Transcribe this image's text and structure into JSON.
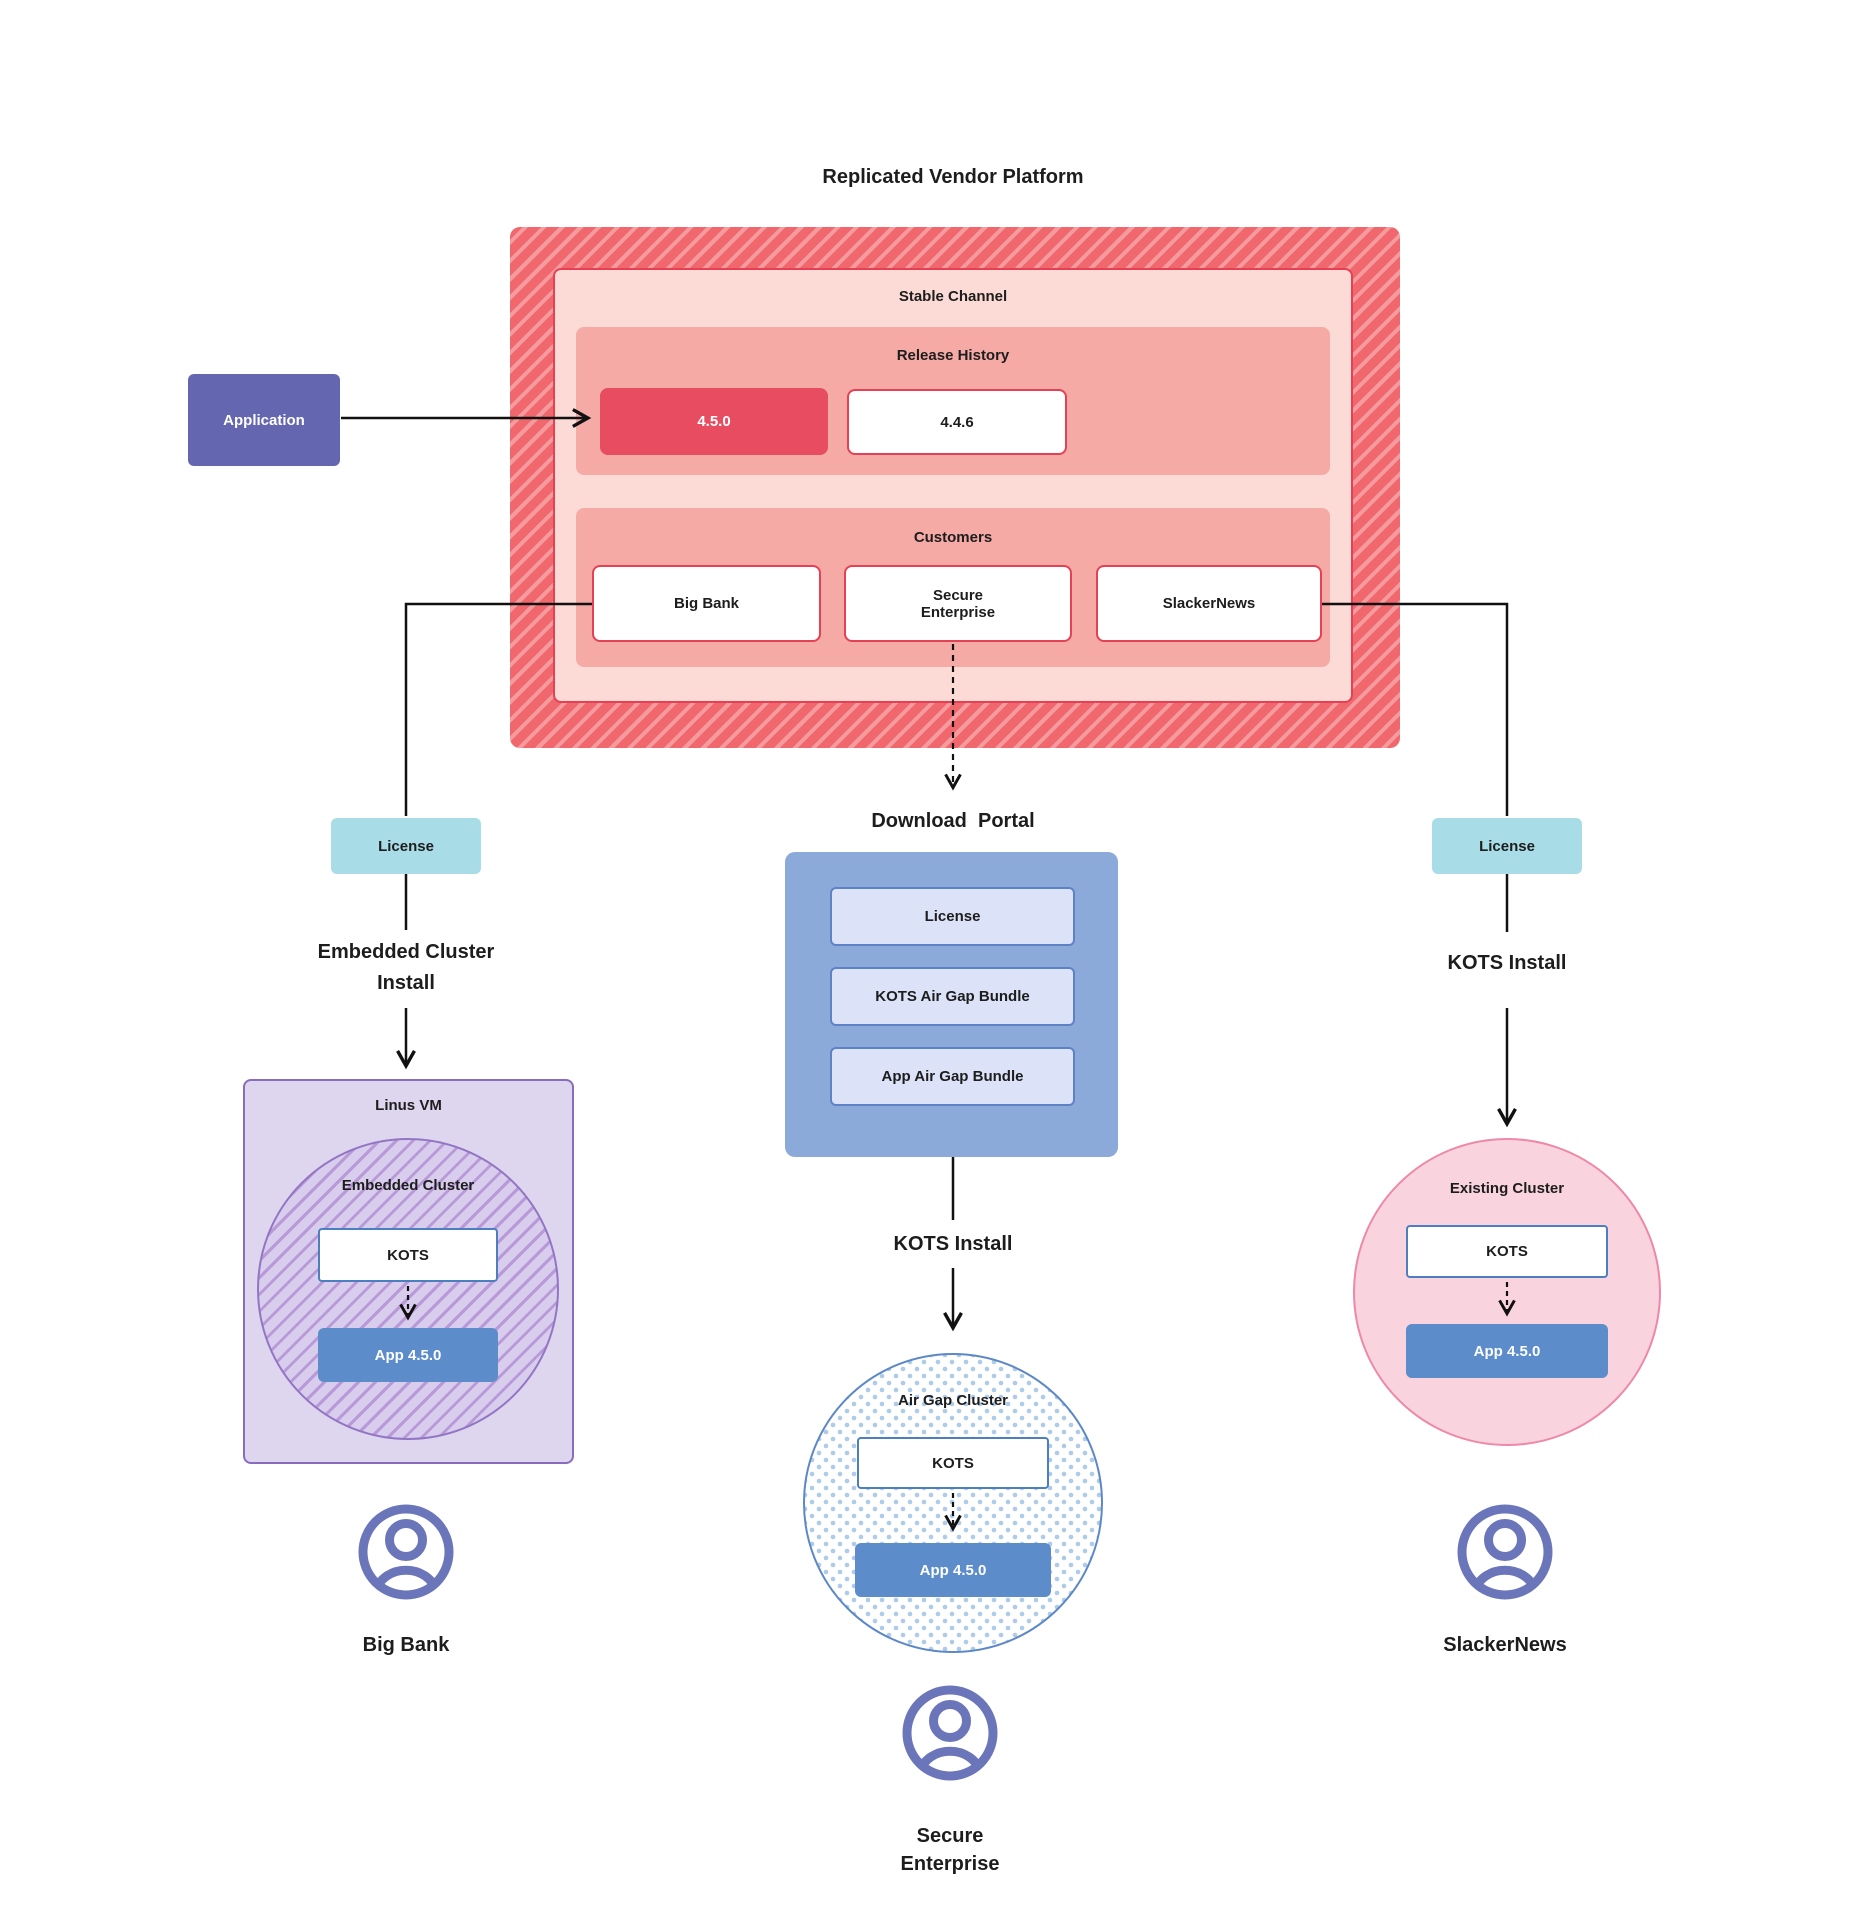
{
  "title": "Replicated Vendor Platform",
  "colors": {
    "stripe_red_dark": "#f0686e",
    "stripe_red_light": "#f59a9d",
    "stable_fill": "#fcdbd6",
    "red_border": "#e64055",
    "panel_pink": "#f6aaa6",
    "release_highlight": "#e84c60",
    "application_purple": "#6467af",
    "license_teal": "#a8dde8",
    "portal_blue": "#8ba9d9",
    "portal_item_fill": "#dce2f7",
    "app_blue": "#5c8dca",
    "kots_border": "#4d7fc0",
    "vm_fill": "#ded5ee",
    "vm_border": "#8a6cbe",
    "purple_hatch": "#b89ad8",
    "airgap_dot": "#aecbe8",
    "existing_fill": "#f9d3de",
    "existing_border": "#ee87a8",
    "person_purple": "#6b76ba",
    "line_black": "#111111"
  },
  "application": {
    "label": "Application"
  },
  "platform": {
    "stable_channel_label": "Stable Channel",
    "release_history_label": "Release History",
    "releases": [
      {
        "version": "4.5.0",
        "highlighted": true
      },
      {
        "version": "4.4.6",
        "highlighted": false
      }
    ],
    "customers_label": "Customers",
    "customers": [
      "Big Bank",
      "Secure\nEnterprise",
      "SlackerNews"
    ]
  },
  "left": {
    "license_label": "License",
    "install_label": "Embedded Cluster\nInstall",
    "vm_label": "Linus VM",
    "cluster_label": "Embedded Cluster",
    "kots_label": "KOTS",
    "app_label": "App 4.5.0",
    "person_label": "Big Bank"
  },
  "middle": {
    "portal_title": "Download  Portal",
    "portal_items": [
      "License",
      "KOTS Air Gap Bundle",
      "App Air Gap Bundle"
    ],
    "install_label": "KOTS Install",
    "cluster_label": "Air Gap Cluster",
    "kots_label": "KOTS",
    "app_label": "App 4.5.0",
    "person_label": "Secure\nEnterprise"
  },
  "right": {
    "license_label": "License",
    "install_label": "KOTS Install",
    "cluster_label": "Existing Cluster",
    "kots_label": "KOTS",
    "app_label": "App 4.5.0",
    "person_label": "SlackerNews"
  }
}
